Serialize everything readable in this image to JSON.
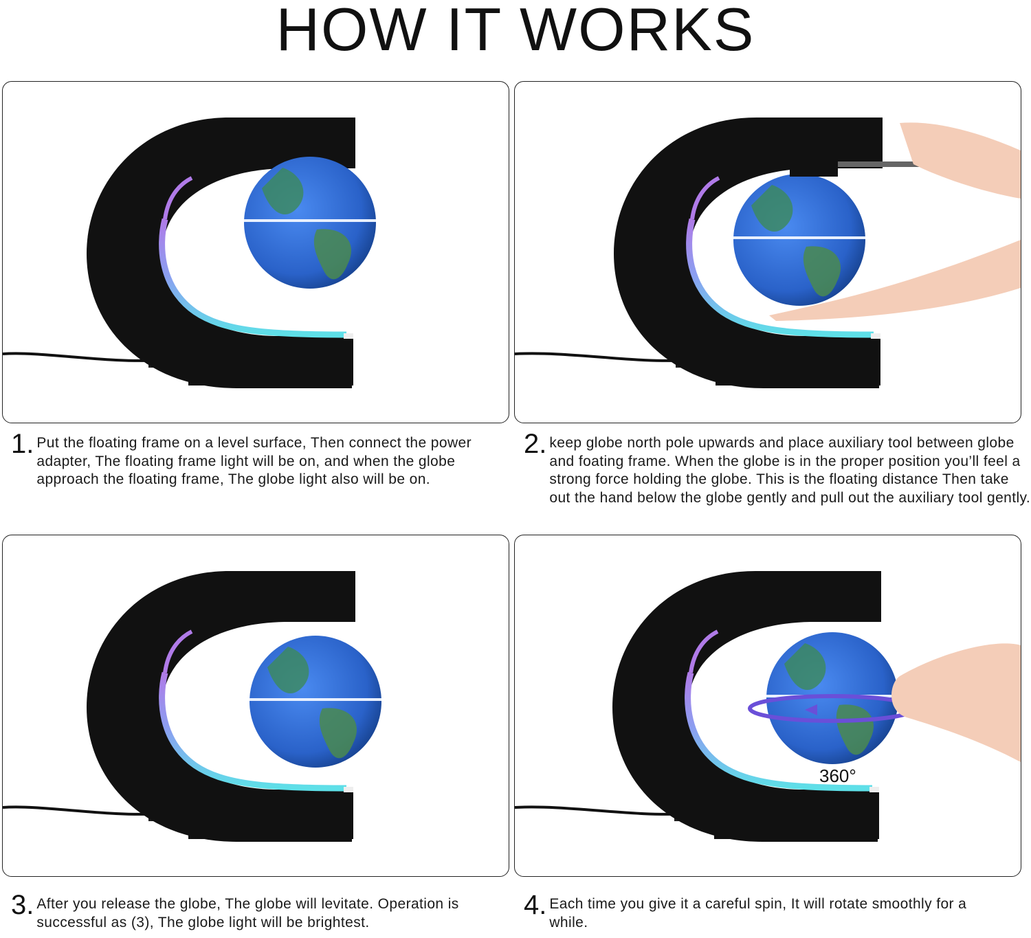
{
  "title": "HOW IT WORKS",
  "steps": [
    {
      "number": "1.",
      "text": "Put the floating frame on a level surface, Then connect the power adapter, The floating frame light will be on, and when the globe approach the floating frame, The globe light also will be on."
    },
    {
      "number": "2.",
      "text": "keep globe north pole upwards and place auxiliary tool between globe and foating frame. When the globe is in the proper position you’ll feel a strong force holding the globe. This is the floating distance Then take out the hand below the globe gently and pull out the auxiliary tool gently."
    },
    {
      "number": "3.",
      "text": "After you release the globe, The globe will levitate. Operation is successful as (3), The globe light will be brightest."
    },
    {
      "number": "4.",
      "text": "Each time you give it a careful spin, It will rotate smoothly for a while."
    }
  ],
  "rotation_label": "360°",
  "colors": {
    "frame": "#111111",
    "globe": "#2a62c9",
    "glow_top": "#b07be8",
    "glow_bottom": "#5ee0e8",
    "spin_ring": "#6a4fd8"
  }
}
